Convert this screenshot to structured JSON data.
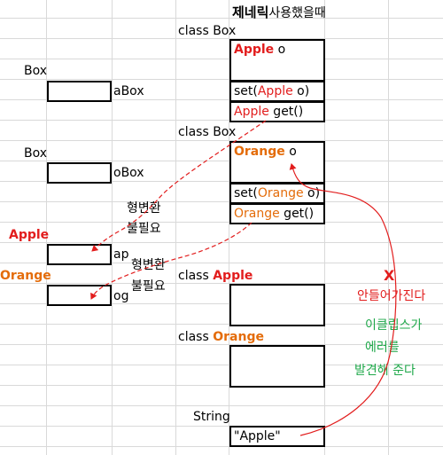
{
  "title": {
    "bold": "제네릭",
    "rest": "사용했을때"
  },
  "box_label_1": "Box",
  "abox_var": "aBox",
  "box_label_2": "Box",
  "obox_var": "oBox",
  "class_box_1": {
    "header": "class Box",
    "field_type": "Apple",
    "field_name": " o",
    "set_prefix": "set(",
    "set_type": "Apple",
    "set_suffix": " o)",
    "get_type": "Apple",
    "get_suffix": " get()"
  },
  "class_box_2": {
    "header": "class Box",
    "field_type": "Orange",
    "field_name": " o",
    "set_prefix": "set(",
    "set_type": "Orange",
    "set_suffix": " o)",
    "get_type": "Orange",
    "get_suffix": " get()"
  },
  "cast_note_1": {
    "line1": "형변환",
    "line2": "불필요"
  },
  "cast_note_2": {
    "line1": "형변환",
    "line2": "불필요"
  },
  "apple_label": "Apple",
  "ap_var": "ap",
  "orange_label": "Orange",
  "og_var": "og",
  "class_apple": {
    "prefix": "class ",
    "name": "Apple"
  },
  "class_orange": {
    "prefix": "class ",
    "name": "Orange"
  },
  "error_mark": "X",
  "error_text": "안들어가진다",
  "eclipse_note": {
    "line1": "이클립스가",
    "line2": "에러를",
    "line3": "발견해 준다"
  },
  "string_label": "String",
  "string_value": "\"Apple\"",
  "colors": {
    "red": "#e21d1d",
    "orange": "#e46c0a",
    "green": "#1fa84a",
    "grid": "#d9d9d9"
  }
}
